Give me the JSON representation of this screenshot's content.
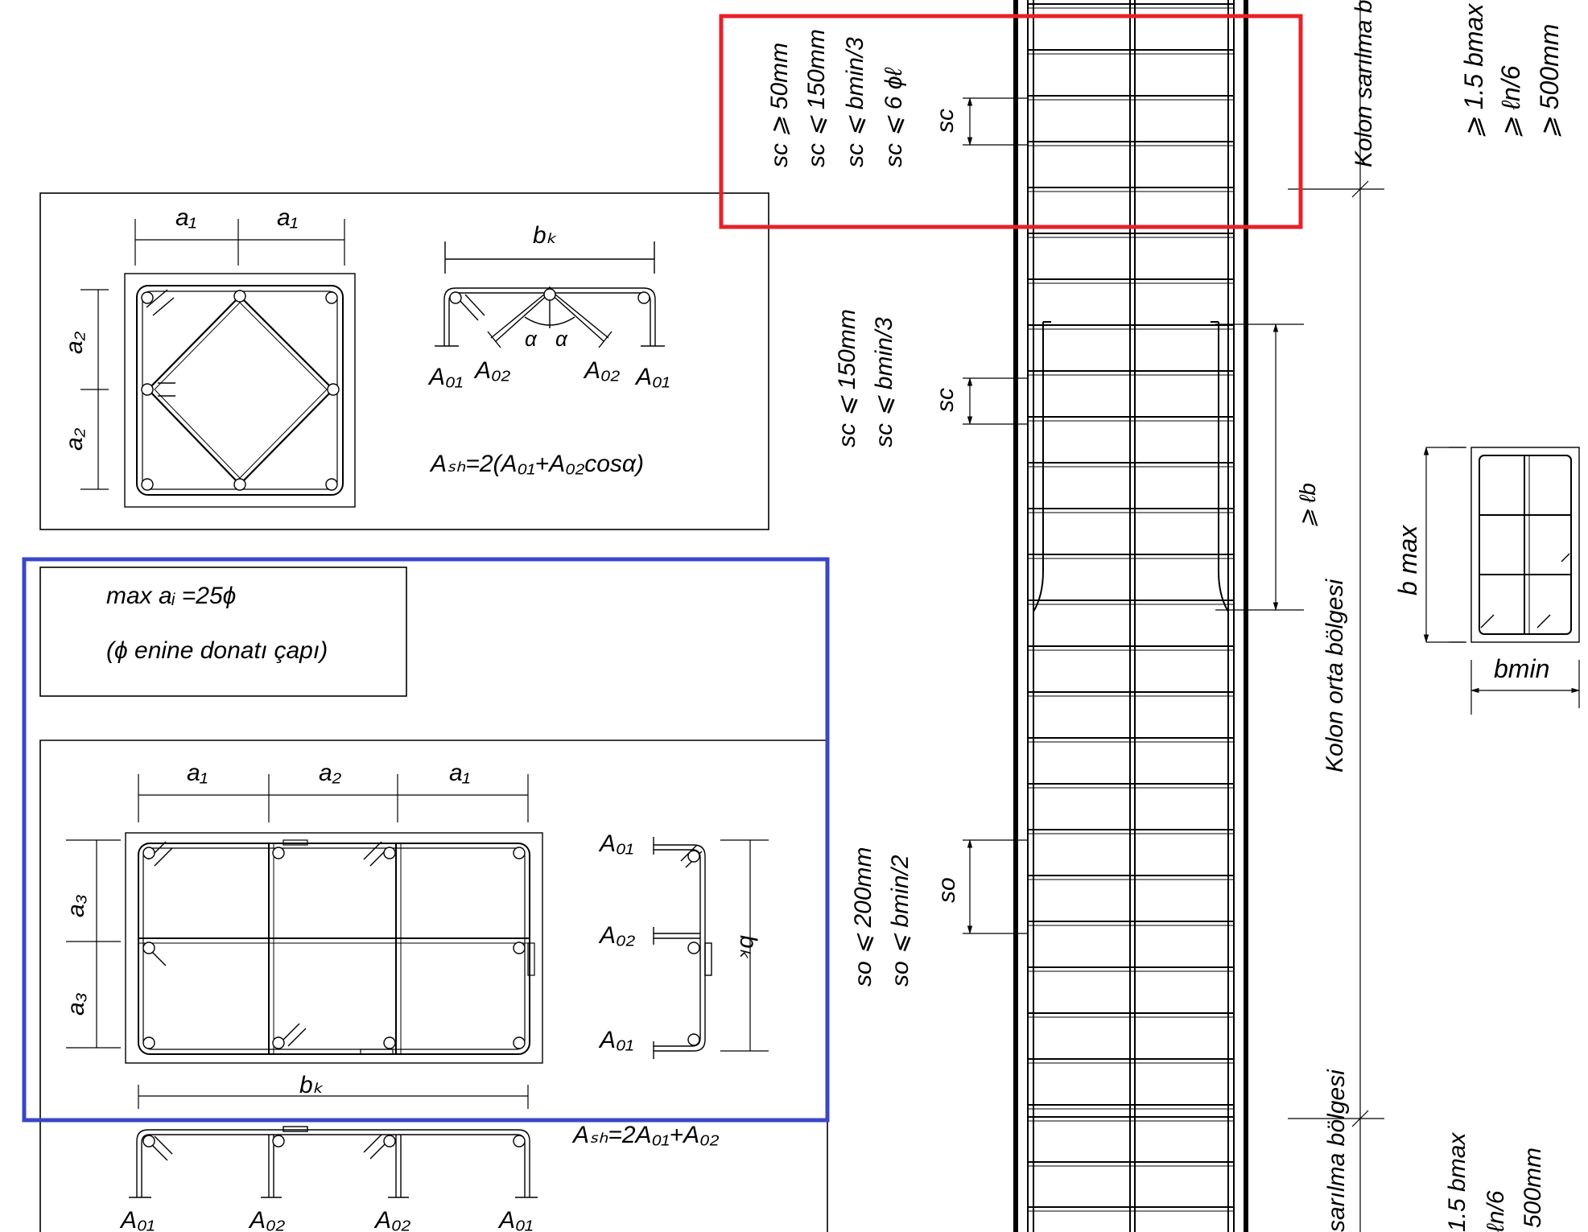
{
  "colors": {
    "ink": "#000000",
    "highlight_red": "#e8202a",
    "highlight_blue": "#3a46c8",
    "background": "#ffffff"
  },
  "top_section": {
    "dim_a1_left": "a₁",
    "dim_a1_right": "a₁",
    "dim_a2_top": "a₂",
    "dim_a2_bottom": "a₂",
    "dim_bk": "bₖ",
    "label_a01_left": "A₀₁",
    "label_a02_left": "A₀₂",
    "label_a02_right": "A₀₂",
    "label_a01_right": "A₀₁",
    "angle_left": "α",
    "angle_right": "α",
    "formula": "Aₛₕ=2(A₀₁+A₀₂cosα)"
  },
  "notes": {
    "line1": "max aᵢ =25ϕ",
    "line2": "(ϕ enine donatı çapı)"
  },
  "bottom_section": {
    "dim_a1_left": "a₁",
    "dim_a2": "a₂",
    "dim_a1_right": "a₁",
    "dim_a3_top": "a₃",
    "dim_a3_bottom": "a₃",
    "dim_bk_bottom": "bₖ",
    "dim_bk_right": "bₖ",
    "label_a01_top": "A₀₁",
    "label_a02_mid": "A₀₂",
    "label_a01_bottom": "A₀₁",
    "formula": "Aₛₕ=2A₀₁+A₀₂",
    "hook_labels": [
      "A₀₁",
      "A₀₂",
      "A₀₂",
      "A₀₁"
    ]
  },
  "column_elevation": {
    "top_rules": [
      "sc ⩾ 50mm",
      "sc ⩽ 150mm",
      "sc ⩽ bmin/3",
      "sc ⩽ 6 ϕℓ"
    ],
    "top_spacing": "sc",
    "middle_rules": [
      "sc ⩽ 150mm",
      "sc ⩽ bmin/3"
    ],
    "middle_spacing": "sc",
    "lower_rules": [
      "so ⩽ 200mm",
      "so ⩽ bmin/2"
    ],
    "lower_spacing": "so",
    "lap_length": "⩾ ℓb",
    "zone_top": "Kolon sarılma bölgesi",
    "zone_middle": "Kolon orta bölgesi",
    "zone_bottom": "sarılma bölgesi",
    "right_top": [
      "⩾ 1.5 bmax",
      "⩾ ℓn/6",
      "⩾ 500mm"
    ],
    "right_bottom": [
      "1.5 bmax",
      "ℓn/6",
      "500mm"
    ]
  },
  "section_detail": {
    "b_max": "b max",
    "b_min": "bmin"
  }
}
